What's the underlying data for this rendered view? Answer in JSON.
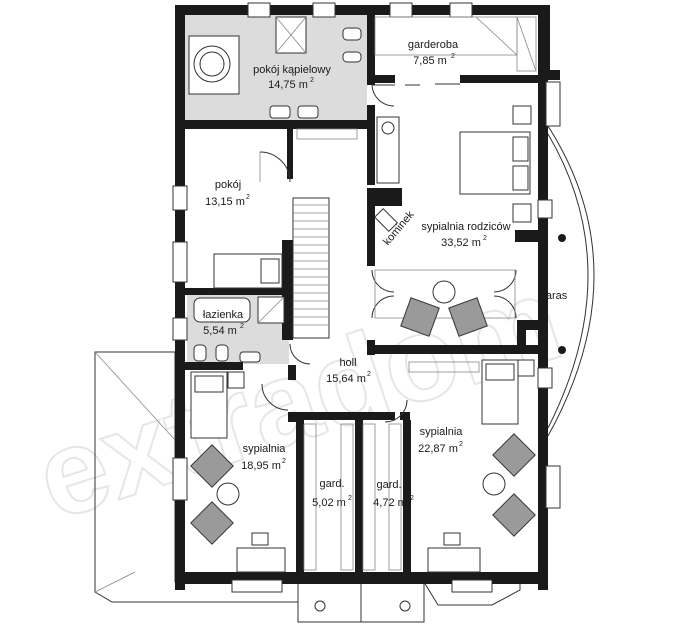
{
  "watermark": "extradom",
  "rooms": [
    {
      "id": "bathroom",
      "name": "pokój kąpielowy",
      "area": "14,75 m"
    },
    {
      "id": "wardrobe",
      "name": "garderoba",
      "area": "7,85 m"
    },
    {
      "id": "room",
      "name": "pokój",
      "area": "13,15 m"
    },
    {
      "id": "master-bedroom",
      "name": "sypialnia rodziców",
      "area": "33,52 m"
    },
    {
      "id": "fireplace",
      "name": "kominek"
    },
    {
      "id": "small-bathroom",
      "name": "łazienka",
      "area": "5,54 m"
    },
    {
      "id": "terrace",
      "name": "taras"
    },
    {
      "id": "hall",
      "name": "holl",
      "area": "15,64 m"
    },
    {
      "id": "bedroom-left",
      "name": "sypialnia",
      "area": "18,95 m"
    },
    {
      "id": "bedroom-right",
      "name": "sypialnia",
      "area": "22,87 m"
    },
    {
      "id": "closet-left",
      "name": "gard.",
      "area": "5,02 m"
    },
    {
      "id": "closet-right",
      "name": "gard.",
      "area": "4,72 m"
    }
  ],
  "area_superscript": "2"
}
